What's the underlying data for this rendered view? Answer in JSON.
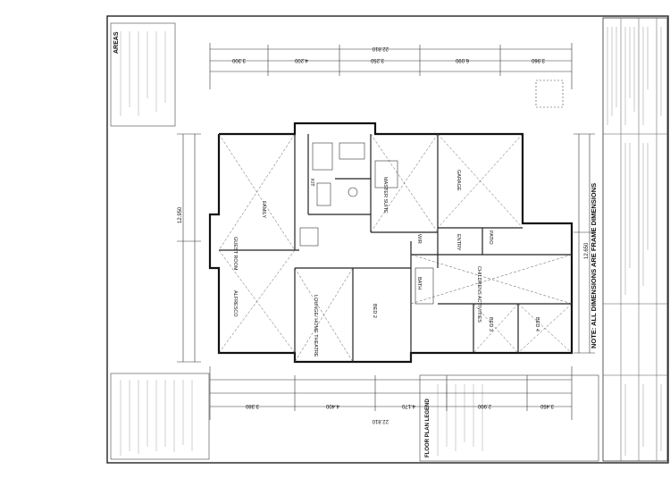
{
  "rooms": {
    "family": "FAMILY",
    "guest_room": "GUEST ROOM",
    "master_suite": "MASTER SUITE",
    "garage": "GARAGE",
    "lounge": "LOUNGE/ HOME THEATRE",
    "alfresco": "ALFRESCO",
    "bed2": "BED 2",
    "bed3": "BED 3",
    "bed4": "BED 4",
    "childrens_activities": "CHILDRENS ACTIVITIES",
    "entry": "ENTRY",
    "patio": "PATIO",
    "wir": "WIR",
    "kit": "KIT",
    "bath": "BATH"
  },
  "areas_heading": "AREAS",
  "legend_title": "FLOOR PLAN LEGEND",
  "frame_note": "NOTE: ALL DIMENSIONS ARE FRAME DIMENSIONS",
  "dimensions": {
    "overall_top": "22.810",
    "overall_bottom": "22.810",
    "depth_left": "12.950",
    "depth_right": "12.650",
    "d1": "3.300",
    "d2": "4.200",
    "d3": "3.250",
    "d4": "3.380",
    "d5": "4.400",
    "d6": "4.170",
    "d7": "2.900",
    "d8": "3.450",
    "d9": "6.090",
    "d10": "3.960"
  }
}
